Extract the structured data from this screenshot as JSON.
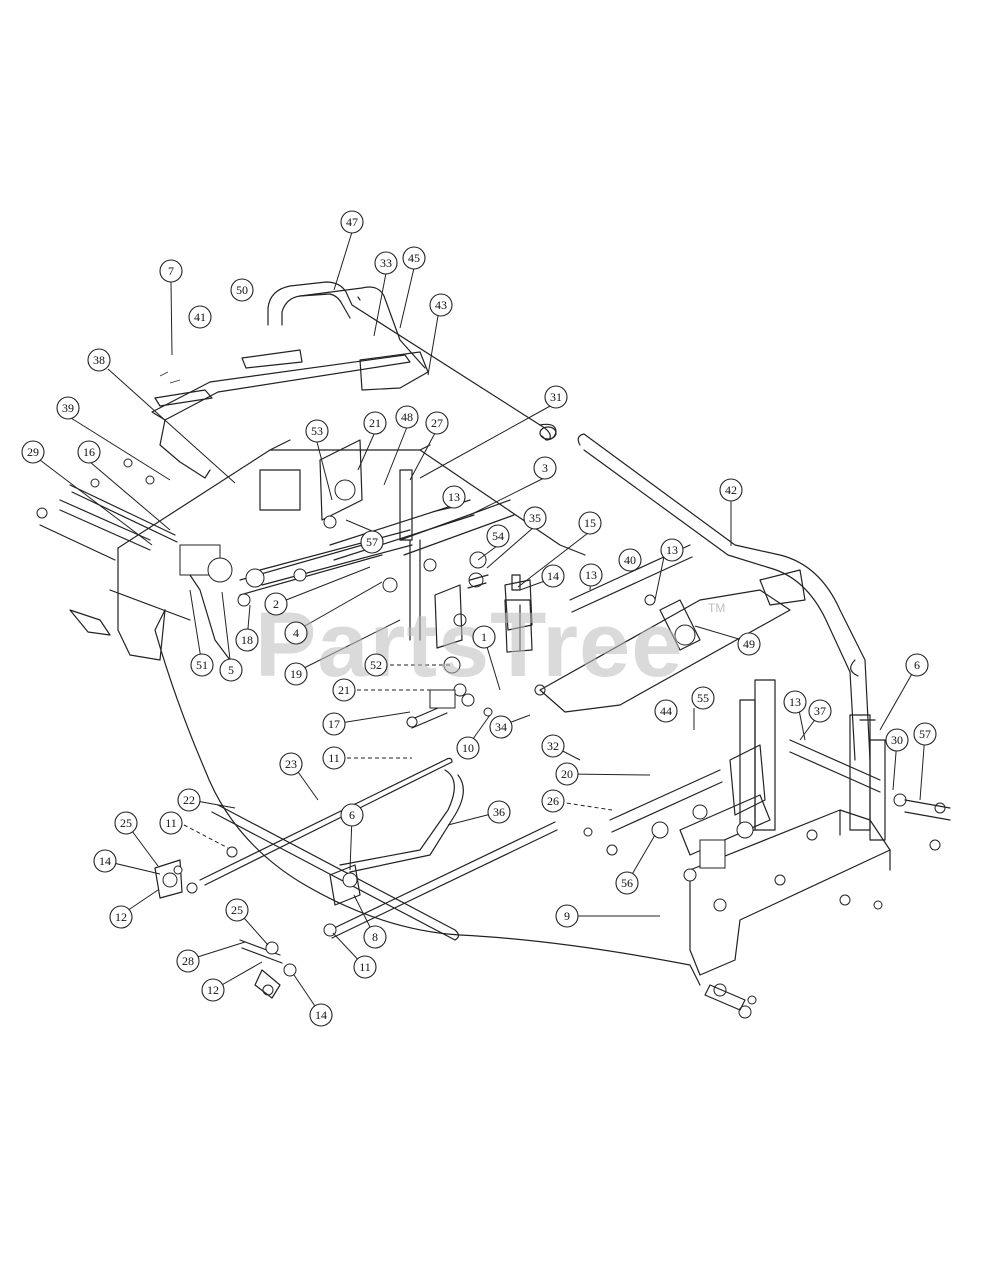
{
  "watermark": {
    "text": "PartsTree",
    "trademark": "TM"
  },
  "callouts": [
    {
      "id": "c47",
      "label": "47"
    },
    {
      "id": "c33",
      "label": "33"
    },
    {
      "id": "c45",
      "label": "45"
    },
    {
      "id": "c7",
      "label": "7"
    },
    {
      "id": "c50",
      "label": "50"
    },
    {
      "id": "c41",
      "label": "41"
    },
    {
      "id": "c43",
      "label": "43"
    },
    {
      "id": "c38",
      "label": "38"
    },
    {
      "id": "c31",
      "label": "31"
    },
    {
      "id": "c39",
      "label": "39"
    },
    {
      "id": "c53",
      "label": "53"
    },
    {
      "id": "c21a",
      "label": "21"
    },
    {
      "id": "c48",
      "label": "48"
    },
    {
      "id": "c27",
      "label": "27"
    },
    {
      "id": "c29",
      "label": "29"
    },
    {
      "id": "c16",
      "label": "16"
    },
    {
      "id": "c3",
      "label": "3"
    },
    {
      "id": "c42",
      "label": "42"
    },
    {
      "id": "c13a",
      "label": "13"
    },
    {
      "id": "c35",
      "label": "35"
    },
    {
      "id": "c15",
      "label": "15"
    },
    {
      "id": "c54",
      "label": "54"
    },
    {
      "id": "c57a",
      "label": "57"
    },
    {
      "id": "c13b",
      "label": "13"
    },
    {
      "id": "c40",
      "label": "40"
    },
    {
      "id": "c14a",
      "label": "14"
    },
    {
      "id": "c13c",
      "label": "13"
    },
    {
      "id": "c2",
      "label": "2"
    },
    {
      "id": "c49",
      "label": "49"
    },
    {
      "id": "c18",
      "label": "18"
    },
    {
      "id": "c4",
      "label": "4"
    },
    {
      "id": "c1",
      "label": "1"
    },
    {
      "id": "c51",
      "label": "51"
    },
    {
      "id": "c5",
      "label": "5"
    },
    {
      "id": "c19",
      "label": "19"
    },
    {
      "id": "c52",
      "label": "52"
    },
    {
      "id": "c6a",
      "label": "6"
    },
    {
      "id": "c55",
      "label": "55"
    },
    {
      "id": "c21b",
      "label": "21"
    },
    {
      "id": "c13d",
      "label": "13"
    },
    {
      "id": "c37",
      "label": "37"
    },
    {
      "id": "c34",
      "label": "34"
    },
    {
      "id": "c44",
      "label": "44"
    },
    {
      "id": "c17",
      "label": "17"
    },
    {
      "id": "c30",
      "label": "30"
    },
    {
      "id": "c57b",
      "label": "57"
    },
    {
      "id": "c32",
      "label": "32"
    },
    {
      "id": "c11a",
      "label": "11"
    },
    {
      "id": "c10",
      "label": "10"
    },
    {
      "id": "c23",
      "label": "23"
    },
    {
      "id": "c20",
      "label": "20"
    },
    {
      "id": "c22",
      "label": "22"
    },
    {
      "id": "c36",
      "label": "36"
    },
    {
      "id": "c26",
      "label": "26"
    },
    {
      "id": "c11b",
      "label": "11"
    },
    {
      "id": "c6b",
      "label": "6"
    },
    {
      "id": "c25a",
      "label": "25"
    },
    {
      "id": "c14b",
      "label": "14"
    },
    {
      "id": "c56",
      "label": "56"
    },
    {
      "id": "c12a",
      "label": "12"
    },
    {
      "id": "c9",
      "label": "9"
    },
    {
      "id": "c25b",
      "label": "25"
    },
    {
      "id": "c8",
      "label": "8"
    },
    {
      "id": "c28",
      "label": "28"
    },
    {
      "id": "c11c",
      "label": "11"
    },
    {
      "id": "c12b",
      "label": "12"
    },
    {
      "id": "c14c",
      "label": "14"
    }
  ]
}
